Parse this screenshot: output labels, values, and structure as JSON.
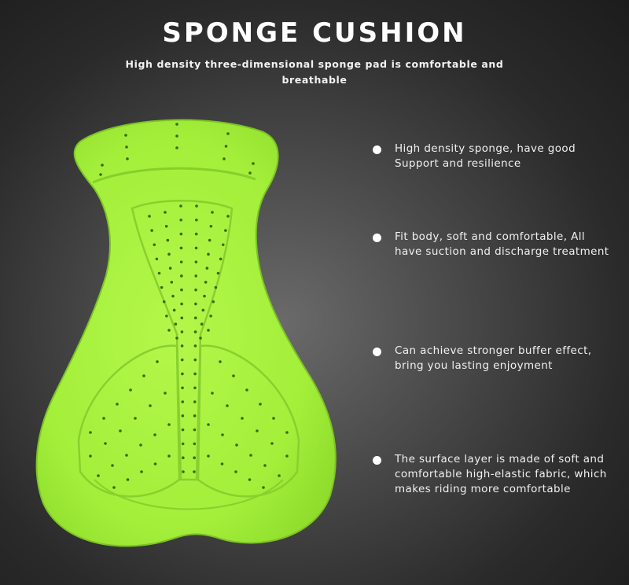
{
  "header": {
    "title": "SPONGE CUSHION",
    "subtitle": "High density three-dimensional sponge pad is comfortable and breathable"
  },
  "colors": {
    "pad": "#a6f23c",
    "background": "#2e2e2e",
    "text": "#ffffff"
  },
  "features": [
    {
      "text": "High density sponge, have good Support and resilience"
    },
    {
      "text": "Fit body, soft and comfortable, All have suction and discharge treatment"
    },
    {
      "text": "Can achieve stronger buffer effect, bring you lasting enjoyment"
    },
    {
      "text": "The surface layer is made of soft and comfortable high-elastic fabric, which makes riding more comfortable"
    }
  ]
}
